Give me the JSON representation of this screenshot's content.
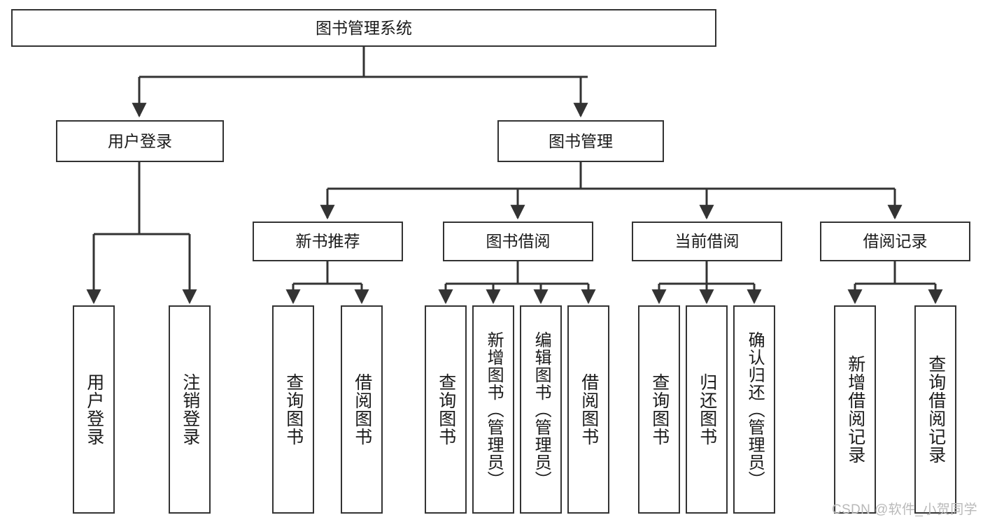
{
  "diagram": {
    "type": "tree",
    "title": "图书管理系统",
    "watermark": "CSDN @软件_小贺同学",
    "colors": {
      "border": "#333333",
      "background": "#ffffff",
      "text": "#1a1a1a",
      "edge": "#333333",
      "watermark": "#b9b9b9"
    },
    "nodes": {
      "root": {
        "label": "图书管理系统"
      },
      "level1": [
        {
          "id": "user-login",
          "label": "用户登录"
        },
        {
          "id": "book-management",
          "label": "图书管理"
        }
      ],
      "level2": [
        {
          "id": "new-book-recommend",
          "label": "新书推荐"
        },
        {
          "id": "book-borrow",
          "label": "图书借阅"
        },
        {
          "id": "current-borrow",
          "label": "当前借阅"
        },
        {
          "id": "borrow-record",
          "label": "借阅记录"
        }
      ],
      "leaves": [
        {
          "id": "leaf-user-login",
          "label": "用户登录",
          "parent": "user-login"
        },
        {
          "id": "leaf-user-logout",
          "label": "注销登录",
          "parent": "user-login"
        },
        {
          "id": "leaf-query-book-1",
          "label": "查询图书",
          "parent": "new-book-recommend"
        },
        {
          "id": "leaf-borrow-book-1",
          "label": "借阅图书",
          "parent": "new-book-recommend"
        },
        {
          "id": "leaf-query-book-2",
          "label": "查询图书",
          "parent": "book-borrow"
        },
        {
          "id": "leaf-add-book",
          "label": "新增图书（管理员）",
          "parent": "book-borrow"
        },
        {
          "id": "leaf-edit-book",
          "label": "编辑图书（管理员）",
          "parent": "book-borrow"
        },
        {
          "id": "leaf-borrow-book-2",
          "label": "借阅图书",
          "parent": "book-borrow"
        },
        {
          "id": "leaf-query-book-3",
          "label": "查询图书",
          "parent": "current-borrow"
        },
        {
          "id": "leaf-return-book",
          "label": "归还图书",
          "parent": "current-borrow"
        },
        {
          "id": "leaf-confirm-return",
          "label": "确认归还（管理员）",
          "parent": "current-borrow"
        },
        {
          "id": "leaf-add-record",
          "label": "新增借阅记录",
          "parent": "borrow-record"
        },
        {
          "id": "leaf-query-record",
          "label": "查询借阅记录",
          "parent": "borrow-record"
        }
      ]
    }
  }
}
